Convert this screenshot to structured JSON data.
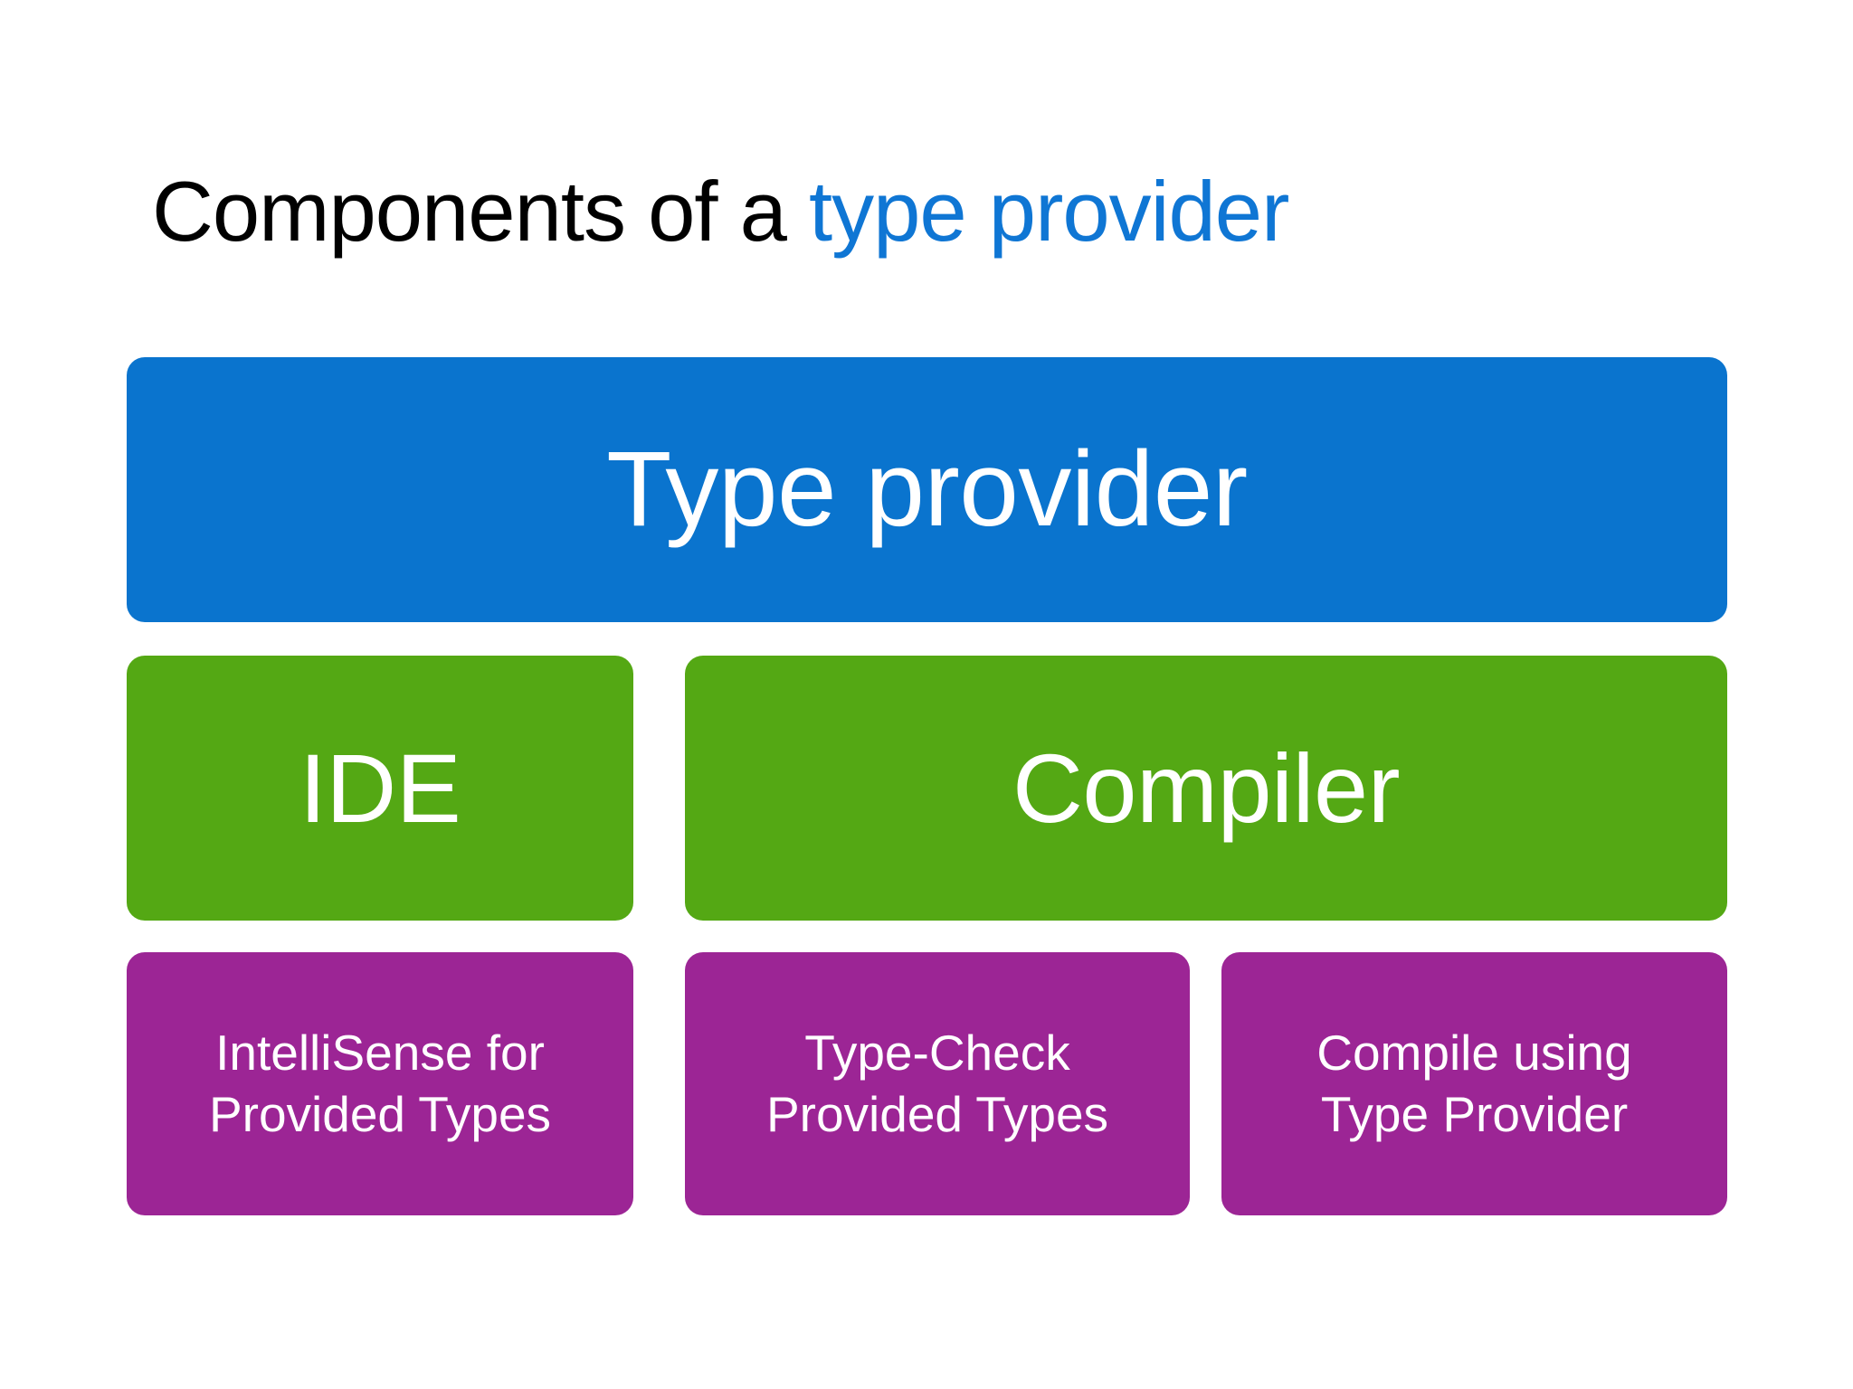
{
  "slide": {
    "background_color": "#ffffff",
    "title": {
      "text_plain": "Components of a type provider",
      "lead": "Components of a ",
      "accent": "type provider",
      "lead_color": "#000000",
      "accent_color": "#0f76d4"
    },
    "palette": {
      "blue": "#0a74ce",
      "green": "#54a814",
      "purple": "#9c2595",
      "text_on_fill": "#ffffff",
      "title_accent": "#0f76d4"
    },
    "rows": [
      {
        "name": "provider-row",
        "boxes": [
          {
            "label": "Type provider",
            "color": "#0a74ce"
          }
        ]
      },
      {
        "name": "consumer-row",
        "boxes": [
          {
            "label": "IDE",
            "color": "#54a814"
          },
          {
            "label": "Compiler",
            "color": "#54a814"
          }
        ]
      },
      {
        "name": "capability-row",
        "boxes": [
          {
            "label": "IntelliSense for\nProvided Types",
            "color": "#9c2595"
          },
          {
            "label": "Type-Check\nProvided Types",
            "color": "#9c2595"
          },
          {
            "label": "Compile using\nType Provider",
            "color": "#9c2595"
          }
        ]
      }
    ]
  }
}
